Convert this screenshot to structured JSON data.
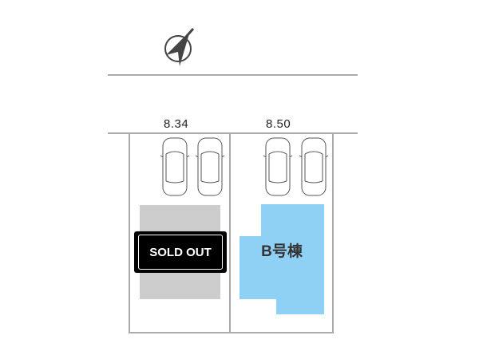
{
  "compass": {
    "icon": "north-arrow-icon"
  },
  "lots": [
    {
      "frontage": "8.34",
      "status": "SOLD OUT",
      "color": "#cccccc"
    },
    {
      "frontage": "8.50",
      "label": "B号棟",
      "color": "#8fd0f5"
    }
  ]
}
